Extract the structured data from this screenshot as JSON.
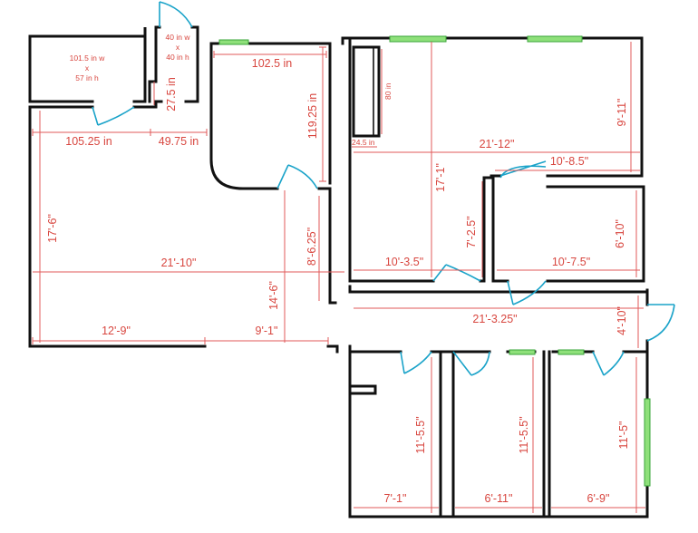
{
  "labels": {
    "closet_w": "101.5 in w",
    "closet_x": "x",
    "closet_h": "57 in h",
    "box_w": "40 in w",
    "box_x": "x",
    "box_h": "40 in h",
    "d_102_5": "102.5 in",
    "d_119_25": "119.25 in",
    "d_27_5": "27.5 in",
    "d_105_25": "105.25 in",
    "d_49_75": "49.75 in",
    "d_17_6": "17'-6\"",
    "d_21_10": "21'-10\"",
    "d_14_6": "14'-6\"",
    "d_8_6_25": "8'-6.25\"",
    "d_12_9": "12'-9\"",
    "d_9_1": "9'-1\"",
    "d_80in": "80 in",
    "d_24_5in": "24.5 in",
    "d_21_12": "21'-12\"",
    "d_9_11": "9'-11\"",
    "d_17_1": "17'-1\"",
    "d_10_8_5": "10'-8.5\"",
    "d_7_2_5": "7'-2.5\"",
    "d_6_10": "6'-10\"",
    "d_10_3_5": "10'-3.5\"",
    "d_10_7_5": "10'-7.5\"",
    "d_21_3_25": "21'-3.25\"",
    "d_4_10": "4'-10\"",
    "d_11_5_5a": "11'-5.5\"",
    "d_11_5_5b": "11'-5.5\"",
    "d_11_5": "11'-5\"",
    "d_7_1": "7'-1\"",
    "d_6_11": "6'-11\"",
    "d_6_9": "6'-9\""
  },
  "colors": {
    "wall": "#111111",
    "dimension": "#d8463f",
    "door": "#1aa3c9",
    "window": "#8ee07a"
  }
}
